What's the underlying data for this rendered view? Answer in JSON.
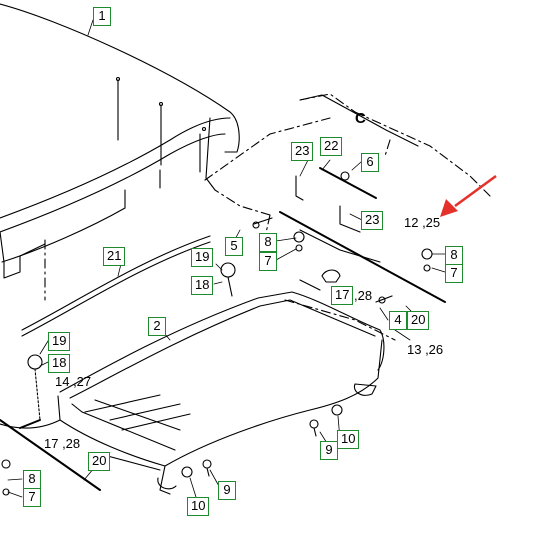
{
  "diagram": {
    "section_label": "C",
    "callouts": [
      {
        "id": "c1",
        "label": "1"
      },
      {
        "id": "c23a",
        "label": "23"
      },
      {
        "id": "c22",
        "label": "22"
      },
      {
        "id": "c6",
        "label": "6"
      },
      {
        "id": "c23b",
        "label": "23"
      },
      {
        "id": "c8a",
        "label": "8"
      },
      {
        "id": "c7a",
        "label": "7"
      },
      {
        "id": "c5",
        "label": "5"
      },
      {
        "id": "c21",
        "label": "21"
      },
      {
        "id": "c19a",
        "label": "19"
      },
      {
        "id": "c18a",
        "label": "18"
      },
      {
        "id": "c8b",
        "label": "8"
      },
      {
        "id": "c7b",
        "label": "7"
      },
      {
        "id": "c17a",
        "label": "17"
      },
      {
        "id": "c4",
        "label": "4"
      },
      {
        "id": "c20a",
        "label": "20"
      },
      {
        "id": "c2",
        "label": "2"
      },
      {
        "id": "c19b",
        "label": "19"
      },
      {
        "id": "c18b",
        "label": "18"
      },
      {
        "id": "c20b",
        "label": "20"
      },
      {
        "id": "c8c",
        "label": "8"
      },
      {
        "id": "c7c",
        "label": "7"
      },
      {
        "id": "c10a",
        "label": "10"
      },
      {
        "id": "c9a",
        "label": "9"
      },
      {
        "id": "c9b",
        "label": "9"
      },
      {
        "id": "c10b",
        "label": "10"
      }
    ],
    "plain_labels": {
      "l12_25": "12 ,25",
      "l28a": ",28",
      "l13_26": "13 ,26",
      "l14_27": "14 ,27",
      "l17_28": "17 ,28"
    },
    "colors": {
      "callout_border": "#1f8a2e",
      "line": "#000000",
      "arrow": "#e5312b"
    },
    "icons": [
      "red-pointer-arrow"
    ]
  }
}
